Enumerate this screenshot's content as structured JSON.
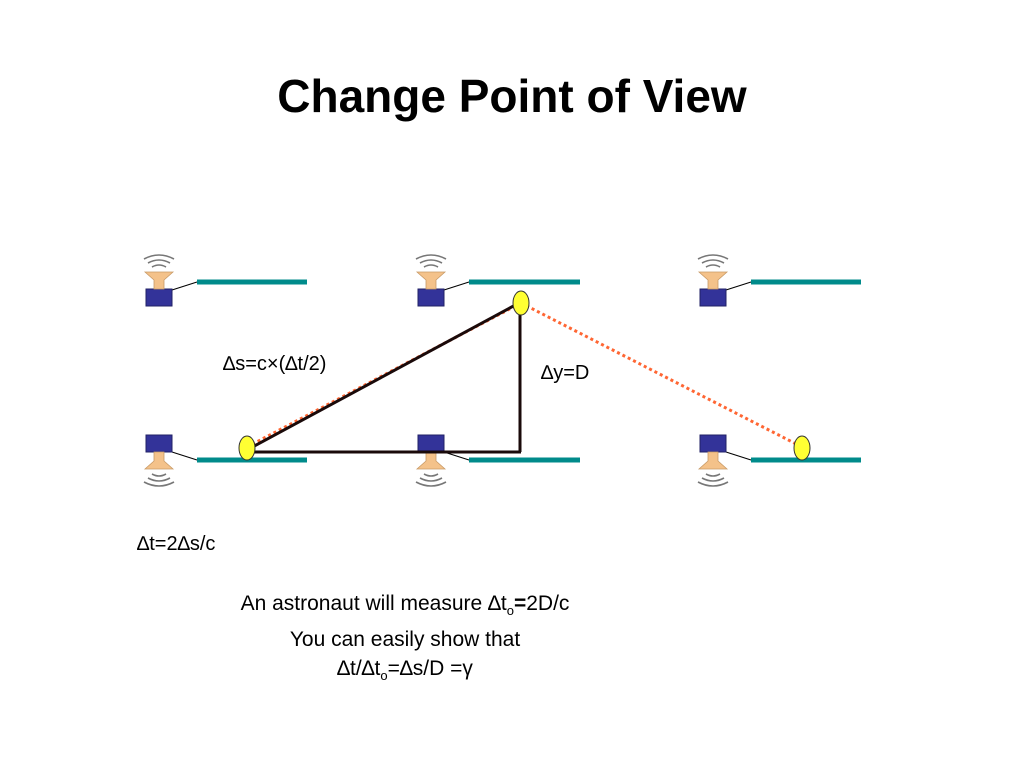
{
  "title": "Change Point of View",
  "labels": {
    "ds_prefix": "∆",
    "ds_rest": "s=c×(",
    "ds_delta2": "∆",
    "ds_end": "t/2)",
    "dy_delta": "∆",
    "dy_rest": "y=D",
    "dt_delta1": "∆",
    "dt_mid": "t=2",
    "dt_delta2": "∆",
    "dt_end": "s/c"
  },
  "caption": {
    "line1_text": "An astronaut will measure ",
    "line1_delta": "∆",
    "line1_t": "t",
    "line1_sub": "o",
    "line1_eq": "=",
    "line1_end": "2D/c",
    "line2": "You can easily show that",
    "line3_d1": "∆",
    "line3_a": "t/",
    "line3_d2": "∆",
    "line3_b": "t",
    "line3_sub": "o",
    "line3_c": "=",
    "line3_d3": "∆",
    "line3_d": "s/D =",
    "line3_gamma": "γ"
  },
  "colors": {
    "mirror": "#008b8b",
    "emitter_body": "#333399",
    "emitter_cone": "#f4c28a",
    "light_pulse": "#ffff33",
    "light_path": "#ff6633",
    "triangle": "#1a0a0a"
  },
  "icons": [
    "clock-emitter-icon",
    "light-pulse-icon",
    "mirror-icon"
  ]
}
